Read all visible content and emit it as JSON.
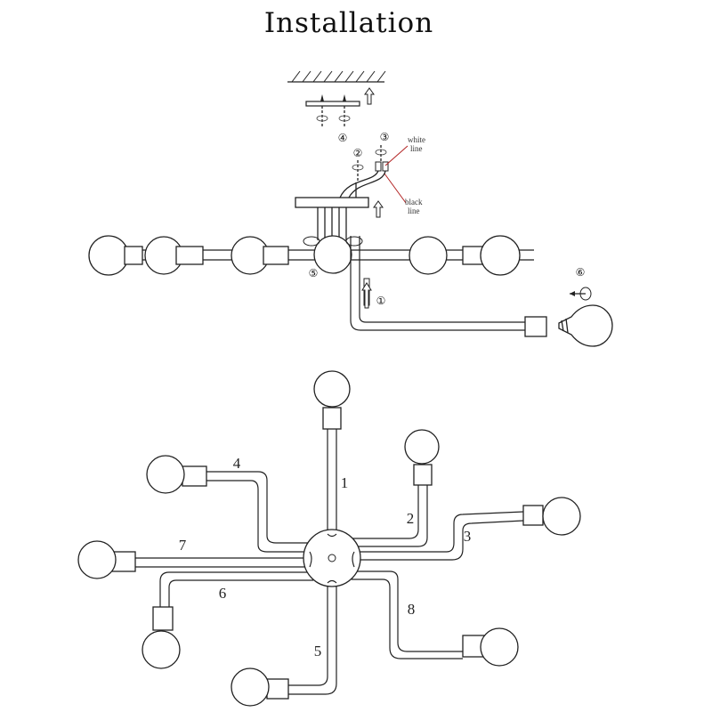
{
  "title": "Installation",
  "wire_labels": {
    "white_line_1": "white",
    "white_line_2": "line",
    "black_line_1": "black",
    "black_line_2": "line"
  },
  "steps": {
    "s1": "①",
    "s2": "②",
    "s3": "③",
    "s4": "④",
    "s5": "⑤",
    "s6": "⑥"
  },
  "arms": [
    "1",
    "2",
    "3",
    "4",
    "5",
    "6",
    "7",
    "8"
  ],
  "colors": {
    "line": "#222222",
    "wire_pointer": "#b22222"
  }
}
